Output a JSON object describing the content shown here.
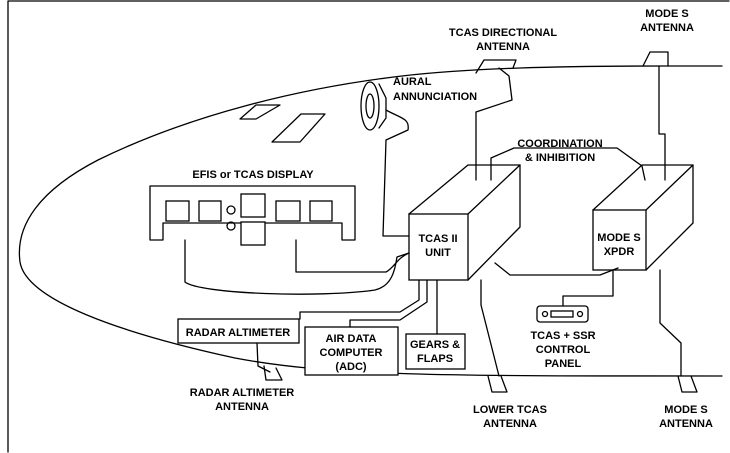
{
  "labels": {
    "tcas_directional_antenna": [
      "TCAS DIRECTIONAL",
      "ANTENNA"
    ],
    "mode_s_antenna_top": [
      "MODE S",
      "ANTENNA"
    ],
    "aural_annunciation": [
      "AURAL",
      "ANNUNCIATION"
    ],
    "coordination": [
      "COORDINATION",
      "& INHIBITION"
    ],
    "efis_display": [
      "EFIS or TCAS DISPLAY"
    ],
    "tcas_unit": [
      "TCAS II",
      "UNIT"
    ],
    "mode_s_xpdr": [
      "MODE S",
      "XPDR"
    ],
    "radar_altimeter": [
      "RADAR ALTIMETER"
    ],
    "air_data_computer": [
      "AIR DATA",
      "COMPUTER",
      "(ADC)"
    ],
    "gears_flaps": [
      "GEARS &",
      "FLAPS"
    ],
    "control_panel": [
      "TCAS + SSR",
      "CONTROL",
      "PANEL"
    ],
    "radar_altimeter_antenna": [
      "RADAR ALTIMETER",
      "ANTENNA"
    ],
    "lower_tcas_antenna": [
      "LOWER TCAS",
      "ANTENNA"
    ],
    "mode_s_antenna_bottom": [
      "MODE S",
      "ANTENNA"
    ]
  }
}
